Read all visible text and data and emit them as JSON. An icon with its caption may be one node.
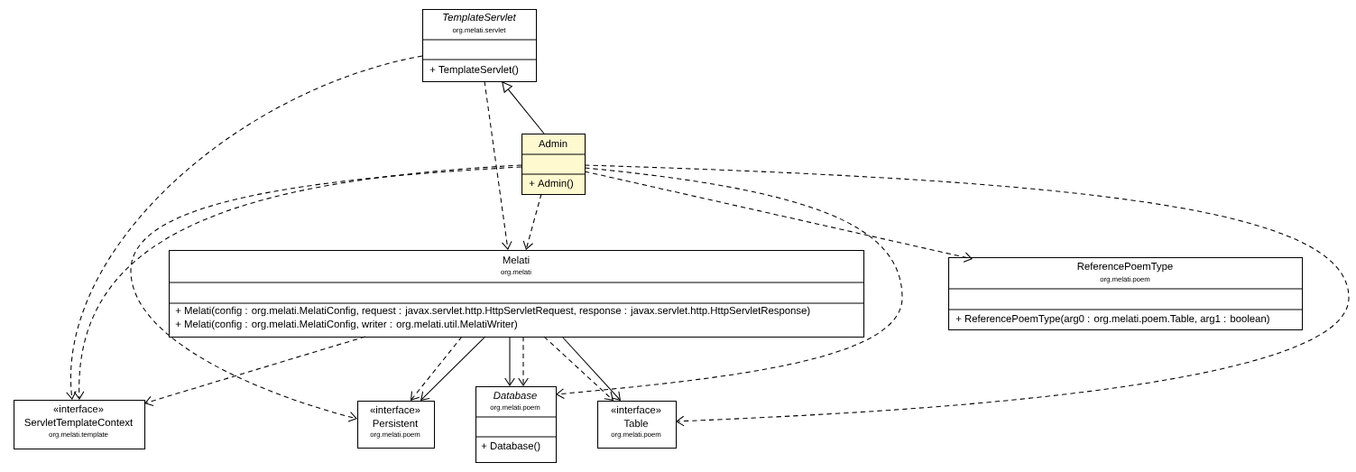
{
  "diagram": {
    "nodes": [
      {
        "text": [
          "TemplateServlet",
          "org.melati.servlet",
          "+ TemplateServlet()"
        ]
      },
      {
        "text": [
          "Admin",
          "+ Admin()"
        ]
      },
      {
        "text": [
          "Melati",
          "org.melati",
          "+ Melati(config : org.melati.MelatiConfig, request : javax.servlet.http.HttpServletRequest, response : javax.servlet.http.HttpServletResponse)",
          "+ Melati(config : org.melati.MelatiConfig, writer : org.melati.util.MelatiWriter)"
        ]
      },
      {
        "text": [
          "ReferencePoemType",
          "org.melati.poem",
          "+ ReferencePoemType(arg0 : org.melati.poem.Table, arg1 : boolean)"
        ]
      },
      {
        "text": [
          "«interface»",
          "ServletTemplateContext",
          "org.melati.template"
        ]
      },
      {
        "text": [
          "«interface»",
          "Persistent",
          "org.melati.poem"
        ]
      },
      {
        "text": [
          "Database",
          "org.melati.poem",
          "+ Database()"
        ]
      },
      {
        "text": [
          "«interface»",
          "Table",
          "org.melati.poem"
        ]
      }
    ],
    "edges": [
      {
        "from": 0,
        "to": 4,
        "arrow": "to",
        "style": "dashed"
      },
      {
        "from": 0,
        "to": 2,
        "arrow": "to",
        "style": "dashed"
      },
      {
        "from": 1,
        "to": 0,
        "arrow": "to"
      },
      {
        "from": 1,
        "to": 4,
        "arrow": "to",
        "style": "dashed"
      },
      {
        "from": 1,
        "to": 5,
        "arrow": "to",
        "style": "dashed"
      },
      {
        "from": 1,
        "to": 2,
        "arrow": "to",
        "style": "dashed"
      },
      {
        "from": 1,
        "to": 3,
        "arrow": "to",
        "style": "dashed"
      },
      {
        "from": 1,
        "to": 6,
        "arrow": "to",
        "style": "dashed"
      },
      {
        "from": 1,
        "to": 7,
        "arrow": "to",
        "style": "dashed"
      },
      {
        "from": 2,
        "to": 4,
        "arrow": "to",
        "style": "dashed"
      },
      {
        "from": 2,
        "to": 5,
        "arrow": "to",
        "style": "dashed"
      },
      {
        "from": 2,
        "to": 5,
        "arrow": "to"
      },
      {
        "from": 2,
        "to": 6,
        "arrow": "to"
      },
      {
        "from": 2,
        "to": 6,
        "arrow": "to",
        "style": "dashed"
      },
      {
        "from": 2,
        "to": 7,
        "arrow": "to",
        "style": "dashed"
      },
      {
        "from": 2,
        "to": 7,
        "arrow": "to"
      }
    ]
  }
}
